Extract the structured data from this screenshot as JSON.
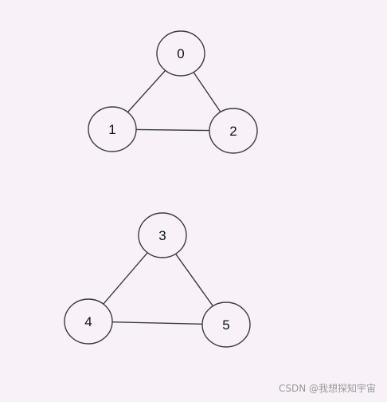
{
  "graph": {
    "nodes": [
      {
        "id": "0",
        "label": "0"
      },
      {
        "id": "1",
        "label": "1"
      },
      {
        "id": "2",
        "label": "2"
      },
      {
        "id": "3",
        "label": "3"
      },
      {
        "id": "4",
        "label": "4"
      },
      {
        "id": "5",
        "label": "5"
      }
    ],
    "edges": [
      {
        "from": "0",
        "to": "1"
      },
      {
        "from": "0",
        "to": "2"
      },
      {
        "from": "1",
        "to": "2"
      },
      {
        "from": "3",
        "to": "4"
      },
      {
        "from": "3",
        "to": "5"
      },
      {
        "from": "4",
        "to": "5"
      }
    ]
  },
  "watermark": {
    "text": "CSDN @我想探知宇宙"
  },
  "colors": {
    "background": "#f8f2f8",
    "stroke": "#3c3c3c"
  }
}
